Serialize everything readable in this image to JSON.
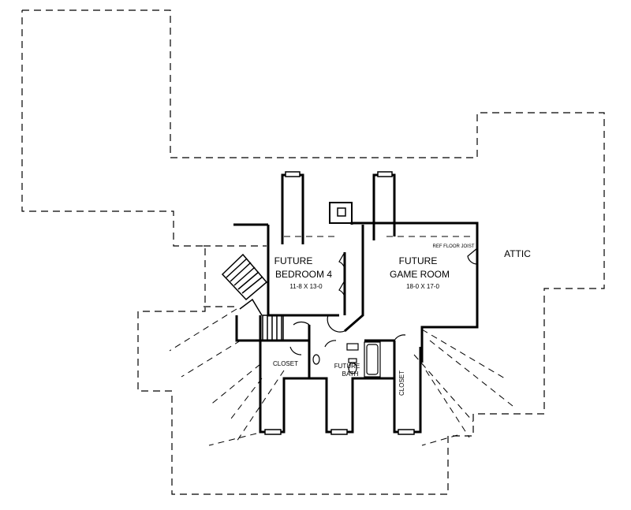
{
  "plan": {
    "bedroom": {
      "title1": "FUTURE",
      "title2": "BEDROOM 4",
      "size": "11-8 X 13-0"
    },
    "game_room": {
      "title1": "FUTURE",
      "title2": "GAME ROOM",
      "size": "18-0 X 17-0"
    },
    "bath": {
      "title1": "FUTURE",
      "title2": "BATH"
    },
    "closet_left": "CLOSET",
    "closet_right": "CLOSET",
    "attic": "ATTIC",
    "fireplace_note": "REF FLOOR JOIST"
  },
  "colors": {
    "line": "#000000",
    "background": "#ffffff"
  }
}
